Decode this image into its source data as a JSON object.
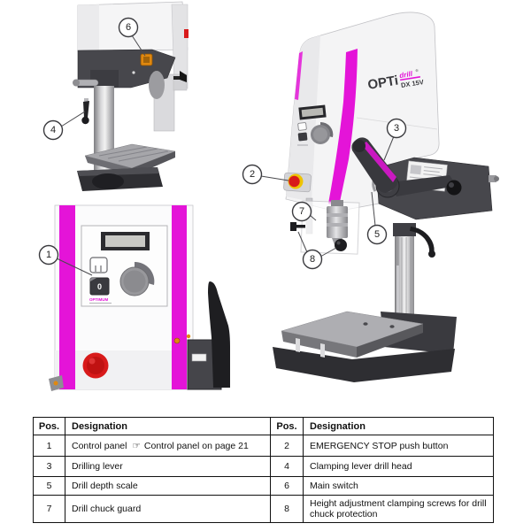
{
  "colors": {
    "accent_magenta": "#e414d8",
    "estop_red": "#d81a1a",
    "ring_yellow": "#eec300",
    "switch_orange": "#e0880f"
  },
  "callouts": {
    "c1": "1",
    "c2": "2",
    "c3": "3",
    "c4": "4",
    "c5": "5",
    "c6": "6",
    "c7": "7",
    "c8": "8"
  },
  "machine": {
    "brand_opti": "OPTi",
    "brand_drill": "drill",
    "brand_reg": "®",
    "model": "DX 15V",
    "panel_brand": "OPTIMUM",
    "stop_button_label": "0"
  },
  "legend": {
    "headers": [
      "Pos.",
      "Designation",
      "Pos.",
      "Designation"
    ],
    "rows": [
      {
        "pos_left": "1",
        "des_left": "Control panel",
        "ref_icon": "☞",
        "ref_text": "Control panel on page 21",
        "pos_right": "2",
        "des_right": "EMERGENCY STOP push button"
      },
      {
        "pos_left": "3",
        "des_left": "Drilling lever",
        "pos_right": "4",
        "des_right": "Clamping lever drill head"
      },
      {
        "pos_left": "5",
        "des_left": "Drill depth scale",
        "pos_right": "6",
        "des_right": "Main switch"
      },
      {
        "pos_left": "7",
        "des_left": "Drill chuck guard",
        "pos_right": "8",
        "des_right": "Height adjustment clamping screws for drill chuck protection"
      }
    ]
  }
}
